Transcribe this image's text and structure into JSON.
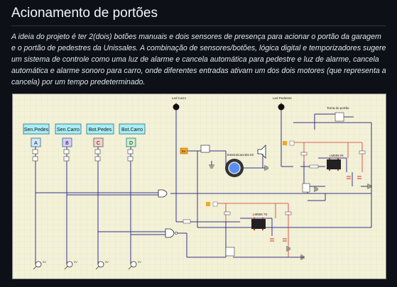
{
  "page": {
    "title": "Acionamento de portões",
    "description": "A ideia do projeto é ter 2(dois) botões manuais e dois sensores de presença para acionar o portão da garagem e o portão de pedestres da Unissales. A combinação de sensores/botões, lógica digital e temporizadores sugere um sistema de controle como uma luz de alarme e cancela automática para pedestre e luz de alarme, cancela automática e alarme sonoro para carro, onde diferentes entradas ativam um dos dois motores (que representa a cancela) por um tempo predeterminado."
  },
  "circuit": {
    "inputs": [
      {
        "label": "Sen.Pedes",
        "letter": "A",
        "letter_color": "#cfe9ff"
      },
      {
        "label": "Sen.Carro",
        "letter": "B",
        "letter_color": "#d9ccff"
      },
      {
        "label": "Bot.Pedes",
        "letter": "C",
        "letter_color": "#ffd0c2"
      },
      {
        "label": "Bot.Carro",
        "letter": "D",
        "letter_color": "#c8f2c8"
      }
    ],
    "input_button_text": "0V",
    "lamp_car_label": "Led Carro",
    "lamp_ped_label": "Led Pedestre",
    "motor_label": "Esteira/cancela 02",
    "timer_top_label": "LM555 IN",
    "timer_bottom_label": "LM555 7S",
    "gate_label": "Torna do portão",
    "voltage_tag": "5V",
    "colors": {
      "board_bg": "#f3f1d7",
      "grid": "#e3e0bf",
      "wire": "#34348c",
      "wire_red": "#d23232",
      "label_box": "#a9eef5",
      "switch_orange": "#f5a623"
    }
  }
}
